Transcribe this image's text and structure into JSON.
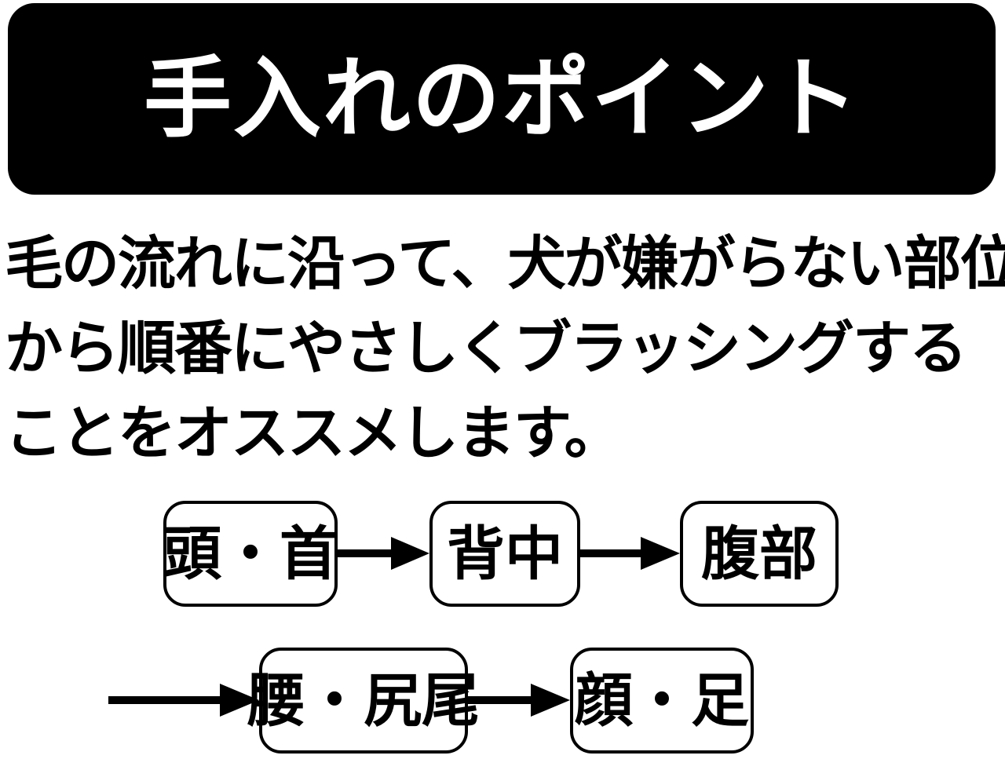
{
  "title": "手入れのポイント",
  "description": {
    "lines": [
      "毛の流れに沿って、犬が嫌がらない部位",
      "から順番にやさしくブラッシングする",
      "ことをオススメします。"
    ]
  },
  "flow": {
    "steps": [
      {
        "label": "頭・首"
      },
      {
        "label": "背中"
      },
      {
        "label": "腹部"
      },
      {
        "label": "腰・尻尾"
      },
      {
        "label": "顔・足"
      }
    ]
  },
  "colors": {
    "banner": "#000000",
    "banner_text": "#ffffff",
    "text": "#000000",
    "background": "#ffffff"
  }
}
